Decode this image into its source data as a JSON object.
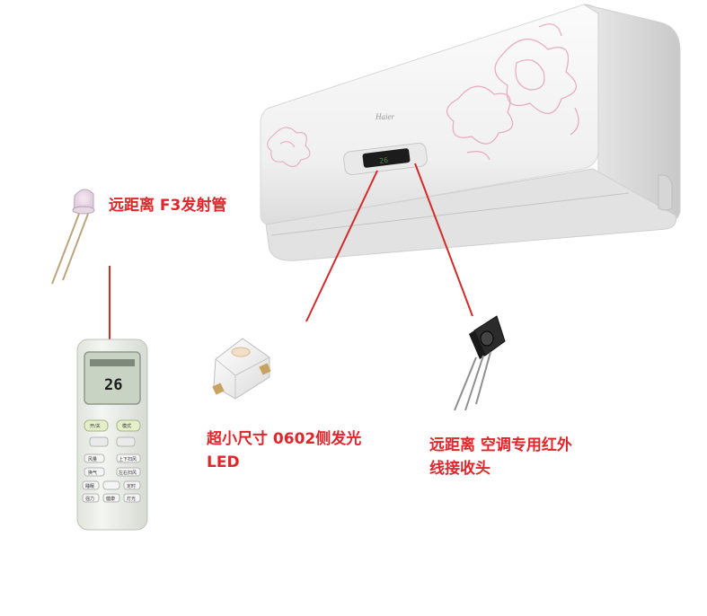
{
  "labels": {
    "emitter": "远距离 F3发射管",
    "led_line1": "超小尺寸 0602侧发光",
    "led_line2": "LED",
    "receiver_line1": "远距离 空调专用红外",
    "receiver_line2": "线接收头"
  },
  "ac_unit": {
    "display_reading": "26",
    "brand": "Haier"
  },
  "remote": {
    "lcd_reading": "26",
    "buttons": [
      "开/关",
      "模式",
      "风量",
      "上下扫风",
      "换气",
      "左右扫风",
      "睡眠",
      "定时",
      "强力",
      "健康",
      "灯光"
    ]
  },
  "colors": {
    "accent": "#e0262b",
    "connector_line": "#d42a2a",
    "ac_body": "#f4f4f4",
    "flower": "#e8a9bd",
    "remote_body": "#eef1ec",
    "lcd": "#c9d3c4"
  }
}
